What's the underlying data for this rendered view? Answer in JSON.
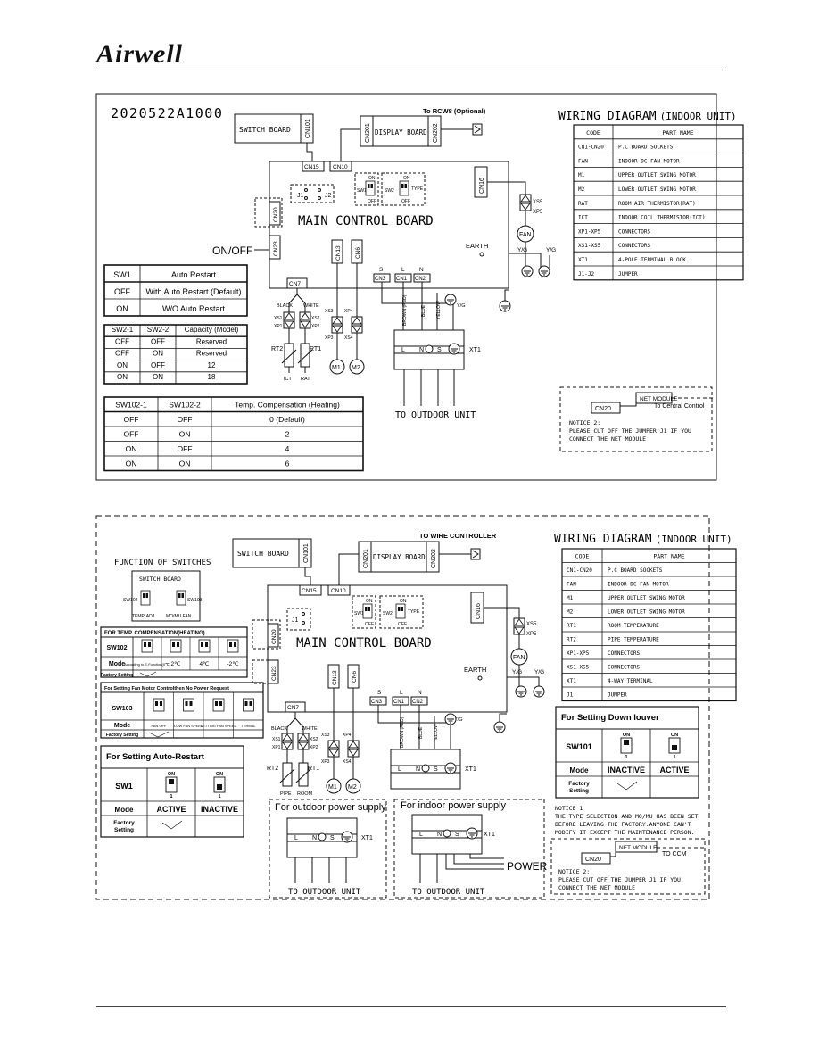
{
  "brand": "Airwell",
  "d1": {
    "code": "2020522A1000",
    "title": "WIRING DIAGRAM",
    "title_paren": "(INDOOR UNIT)",
    "switch_board": "SWITCH BOARD",
    "cn101": "CN101",
    "cn201": "CN201",
    "cn202": "CN202",
    "display_board": "DISPLAY BOARD",
    "to_rcw": "To RCW8 (Optional)",
    "cn15": "CN15",
    "cn10": "CN10",
    "cn16": "CN16",
    "cn20": "CN20",
    "cn23": "CN23",
    "cn13": "CN13",
    "cn6": "CN6",
    "cn7": "CN7",
    "cn3": "CN3",
    "cn1": "CN1",
    "cn2": "CN2",
    "main_board": "MAIN CONTROL BOARD",
    "onoff": "ON/OFF",
    "earth": "EARTH",
    "sw1": "SW1",
    "sw2": "SW2",
    "j1": "J1",
    "j2": "J2",
    "on": "ON",
    "off": "OFF",
    "type": "TYPE",
    "fan": "FAN",
    "xs5": "XS5",
    "xp5": "XP5",
    "yg": "Y/G",
    "black": "BLACK",
    "white": "WHITE",
    "xs1": "XS1",
    "xp1": "XP1",
    "xs2": "XS2",
    "xp2": "XP2",
    "xs3": "XS3",
    "xp3": "XP3",
    "xs4": "XS4",
    "xp4": "XP4",
    "rt1": "RT1",
    "rt2": "RT2",
    "ict": "ICT",
    "rat": "RAT",
    "m1": "M1",
    "m2": "M2",
    "s": "S",
    "l": "L",
    "n": "N",
    "brown_red": "BROWN (RED)",
    "blue": "BLUE",
    "yellow": "YELLOW",
    "xt1": "XT1",
    "to_outdoor": "TO OUTDOOR UNIT",
    "net_module": "NET MODULE",
    "to_central": "To Central Control",
    "notice2": "NOTICE 2:",
    "notice2_l1": "PLEASE CUT OFF THE JUMPER J1 IF YOU",
    "notice2_l2": "CONNECT THE NET MODULE",
    "legend_head": [
      "CODE",
      "PART NAME"
    ],
    "legend": [
      [
        "CN1-CN20",
        "P.C BOARD SOCKETS"
      ],
      [
        "FAN",
        "INDOOR DC FAN MOTOR"
      ],
      [
        "M1",
        "UPPER OUTLET SWING MOTOR"
      ],
      [
        "M2",
        "LOWER OUTLET SWING MOTOR"
      ],
      [
        "RAT",
        "ROOM AIR THERMISTOR(RAT)"
      ],
      [
        "ICT",
        "INDOOR COIL THERMISTOR(ICT)"
      ],
      [
        "XP1-XP5",
        "CONNECTORS"
      ],
      [
        "XS1-XS5",
        "CONNECTORS"
      ],
      [
        "XT1",
        "4-POLE TERMINAL BLOCK"
      ],
      [
        "J1-J2",
        "JUMPER"
      ]
    ],
    "sw1_table": [
      [
        "SW1",
        "Auto Restart"
      ],
      [
        "OFF",
        "With Auto Restart (Default)"
      ],
      [
        "ON",
        "W/O Auto Restart"
      ]
    ],
    "sw2_table": [
      [
        "SW2-1",
        "SW2-2",
        "Capacity (Model)"
      ],
      [
        "OFF",
        "OFF",
        "Reserved"
      ],
      [
        "OFF",
        "ON",
        "Reserved"
      ],
      [
        "ON",
        "OFF",
        "12"
      ],
      [
        "ON",
        "ON",
        "18"
      ]
    ],
    "sw102_table": [
      [
        "SW102-1",
        "SW102-2",
        "Temp. Compensation (Heating)"
      ],
      [
        "OFF",
        "OFF",
        "0 (Default)"
      ],
      [
        "OFF",
        "ON",
        "2"
      ],
      [
        "ON",
        "OFF",
        "4"
      ],
      [
        "ON",
        "ON",
        "6"
      ]
    ]
  },
  "d2": {
    "title": "WIRING DIAGRAM",
    "title_paren": "(INDOOR UNIT)",
    "switch_board": "SWITCH BOARD",
    "cn101": "CN101",
    "cn201": "CN201",
    "cn202": "CN202",
    "display_board": "DISPLAY BOARD",
    "to_wire": "TO WIRE CONTROLLER",
    "cn15": "CN15",
    "cn10": "CN10",
    "cn16": "CN16",
    "cn20": "CN20",
    "cn23": "CN23",
    "cn13": "CN13",
    "cn6": "CN6",
    "cn7": "CN7",
    "cn3": "CN3",
    "cn1": "CN1",
    "cn2": "CN2",
    "main_board": "MAIN CONTROL BOARD",
    "earth": "EARTH",
    "func_title": "FUNCTION OF SWITCHES",
    "sb_label": "SWITCH BOARD",
    "sw102": "SW102",
    "sw103": "SW103",
    "temp_adj": "TEMP. ADJ",
    "mo_mu": "MO/MU FAN",
    "temp_comp_title": "FOR TEMP. COMPENSATION(HEATING)",
    "mode": "Mode",
    "factory": "Factory Setting",
    "tc_modes": [
      "According to E.Function(0℃)",
      "2℃",
      "4℃",
      "-2℃"
    ],
    "fan_title": "For Setting Fan Motor Controlthen No Power Request",
    "fan_modes": [
      "FAN OFF",
      "LOW FAN SPEED",
      "SETTING FAN SPEED",
      "TERMAL"
    ],
    "auto_title": "For Setting Auto-Restart",
    "sw1": "SW1",
    "active": "ACTIVE",
    "inactive": "INACTIVE",
    "one": "1",
    "on": "ON",
    "off": "OFF",
    "down_title": "For Setting Down louver",
    "sw101": "SW101",
    "black": "BLACK",
    "white": "WHITE",
    "rt1": "RT1",
    "rt2": "RT2",
    "pipe": "PIPE",
    "room": "ROOM",
    "m1": "M1",
    "m2": "M2",
    "fan": "FAN",
    "xs5": "XS5",
    "xp5": "XP5",
    "xs1": "XS1",
    "xp1": "XP1",
    "xs2": "XS2",
    "xp2": "XP2",
    "xs3": "XS3",
    "xp3": "XP3",
    "xs4": "XS4",
    "xp4": "XP4",
    "j1": "J1",
    "sw1b": "SW1",
    "sw2b": "SW2",
    "type": "TYPE",
    "yg": "Y/G",
    "s": "S",
    "l": "L",
    "n": "N",
    "brown_red": "BROWN (RED)",
    "blue": "BLUE",
    "yellow": "YELLOW",
    "xt1": "XT1",
    "outdoor_supply": "For outdoor power supply",
    "indoor_supply": "For indoor power supply",
    "to_outdoor": "TO OUTDOOR UNIT",
    "power": "POWER",
    "notice1": "NOTICE 1",
    "notice1_l1": "THE TYPE SELECTION AND MO/MU HAS BEEN SET",
    "notice1_l2": "BEFORE LEAVING THE FACTORY.ANYONE CAN'T",
    "notice1_l3": "MODIFY IT EXCEPT THE MAINTENANCE PERSON.",
    "net_module": "NET MODULE",
    "to_ccm": "TO CCM",
    "notice2": "NOTICE 2:",
    "notice2_l1": "PLEASE CUT OFF THE JUMPER J1 IF YOU",
    "notice2_l2": "CONNECT THE NET MODULE",
    "legend_head": [
      "CODE",
      "PART NAME"
    ],
    "legend": [
      [
        "CN1-CN20",
        "P.C BOARD SOCKETS"
      ],
      [
        "FAN",
        "INDOOR DC FAN MOTOR"
      ],
      [
        "M1",
        "UPPER OUTLET SWING MOTOR"
      ],
      [
        "M2",
        "LOWER OUTLET SWING MOTOR"
      ],
      [
        "RT1",
        "ROOM TEMPERATURE"
      ],
      [
        "RT2",
        "PIPE TEMPERATURE"
      ],
      [
        "XP1-XP5",
        "CONNECTORS"
      ],
      [
        "XS1-XS5",
        "CONNECTORS"
      ],
      [
        "XT1",
        "4-WAY TERMINAL"
      ],
      [
        "J1",
        "JUMPER"
      ]
    ]
  }
}
